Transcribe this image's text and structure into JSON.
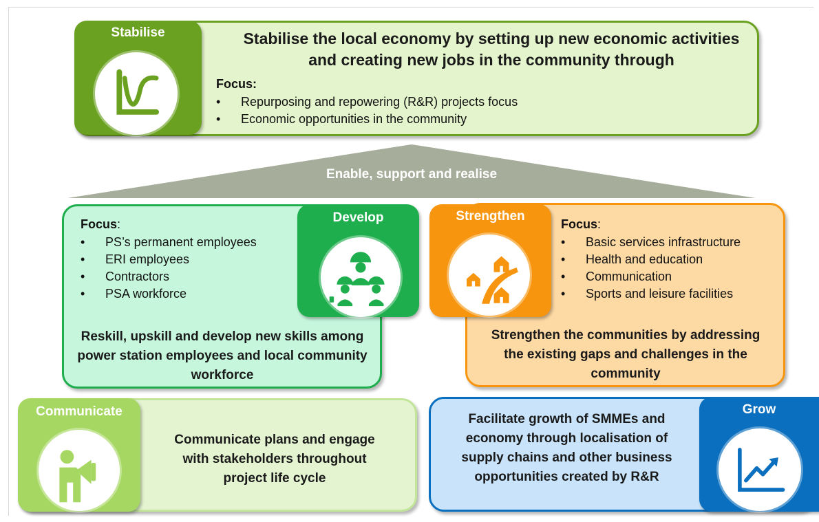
{
  "stabilise": {
    "badge": "Stabilise",
    "heading": "Stabilise the local economy by setting up new economic activities and creating new jobs in the community through",
    "focus_label": "Focus:",
    "items": [
      "Repurposing and repowering (R&R) projects focus",
      "Economic opportunities in the community"
    ],
    "icon": "growth-curve-icon"
  },
  "banner": {
    "label": "Enable, support and realise"
  },
  "develop": {
    "badge": "Develop",
    "focus_label": "Focus",
    "focus_colon": ":",
    "items": [
      "PS’s permanent employees",
      "ERI employees",
      "Contractors",
      "PSA workforce"
    ],
    "summary": "Reskill, upskill and develop new skills among power station employees and local community workforce",
    "icon": "workers-icon"
  },
  "strengthen": {
    "badge": "Strengthen",
    "focus_label": "Focus",
    "focus_colon": ":",
    "items": [
      "Basic services infrastructure",
      "Health and education",
      "Communication",
      "Sports and leisure facilities"
    ],
    "summary": "Strengthen the communities by addressing the existing gaps and challenges in the community",
    "icon": "houses-road-icon"
  },
  "communicate": {
    "badge": "Communicate",
    "summary": "Communicate plans and engage with stakeholders throughout project life cycle",
    "icon": "megaphone-person-icon"
  },
  "grow": {
    "badge": "Grow",
    "summary": "Facilitate growth of SMMEs and economy through localisation of supply chains and other business opportunities created by R&R",
    "icon": "rising-chart-icon"
  },
  "colors": {
    "stabilise_dark": "#6aa121",
    "stabilise_light": "#e4f4cc",
    "develop_dark": "#1fae4e",
    "develop_light": "#c6f7dd",
    "strengthen_dark": "#f7950f",
    "strengthen_light": "#fdd9a4",
    "communicate_dark": "#a6d762",
    "communicate_light": "#e4f4d0",
    "grow_dark": "#0a6fbe",
    "grow_light": "#c9e4fa",
    "banner": "#a7ad9b"
  }
}
